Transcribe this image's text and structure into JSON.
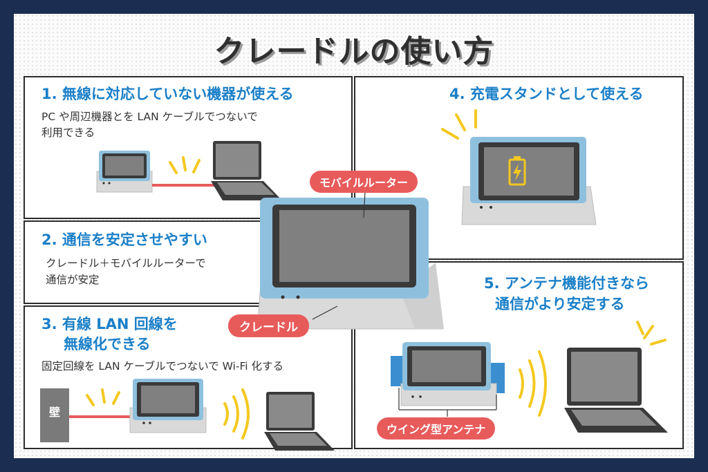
{
  "title": "クレードルの使い方",
  "sections": [
    {
      "heading": "1. 無線に対応していない機器が使える",
      "desc": [
        "PC や周辺機器とを LAN ケーブルでつないで",
        "利用できる"
      ]
    },
    {
      "heading": "2. 通信を安定させやすい",
      "desc": [
        "クレードル＋モバイルルーターで",
        "通信が安定"
      ]
    },
    {
      "heading": [
        "3. 有線 LAN 回線を",
        "無線化できる"
      ],
      "desc": [
        "固定回線を LAN ケーブルでつないで Wi-Fi 化する"
      ],
      "wall_label": "壁"
    },
    {
      "heading": "4. 充電スタンドとして使える"
    },
    {
      "heading": [
        "5. アンテナ機能付きなら",
        "通信がより安定する"
      ],
      "antenna_label": "ウイング型アンテナ"
    }
  ],
  "center_labels": {
    "router": "モバイルルーター",
    "cradle": "クレードル"
  },
  "colors": {
    "accent_blue": "#1a7fc8",
    "label_red": "#e85b5b",
    "router_blue": "#8ec0de",
    "background_navy": "#1b2e52"
  }
}
